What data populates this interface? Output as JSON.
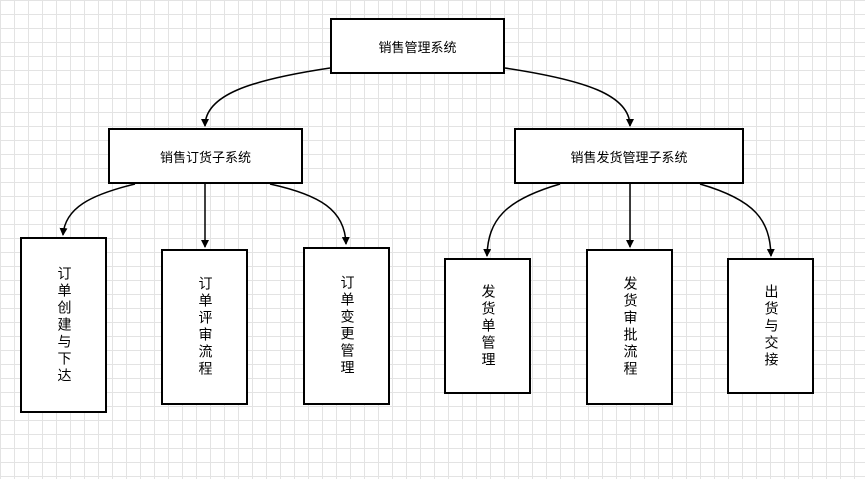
{
  "diagram": {
    "root": "销售管理系统",
    "subsystems": [
      {
        "label": "销售订货子系统",
        "children": [
          "订单创建与下达",
          "订单评审流程",
          "订单变更管理"
        ]
      },
      {
        "label": "销售发货管理子系统",
        "children": [
          "发货单管理",
          "发货审批流程",
          "出货与交接"
        ]
      }
    ]
  }
}
